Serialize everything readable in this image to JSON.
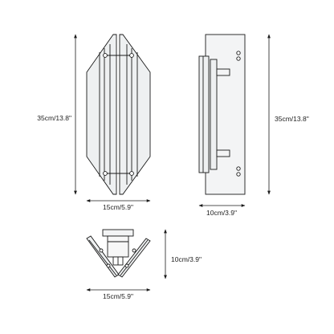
{
  "labels": {
    "front_height": "35cm/13.8\"",
    "front_width": "15cm/5.9\"",
    "side_height": "35cm/13.8\"",
    "side_depth": "10cm/3.9\"",
    "top_depth": "10cm/3.9\"",
    "top_width": "15cm/5.9\""
  },
  "colors": {
    "line": "#1a1a1a",
    "glass": "#e9ecee",
    "glass_dark": "#d5d9dc",
    "metal": "#cfcfcf"
  }
}
